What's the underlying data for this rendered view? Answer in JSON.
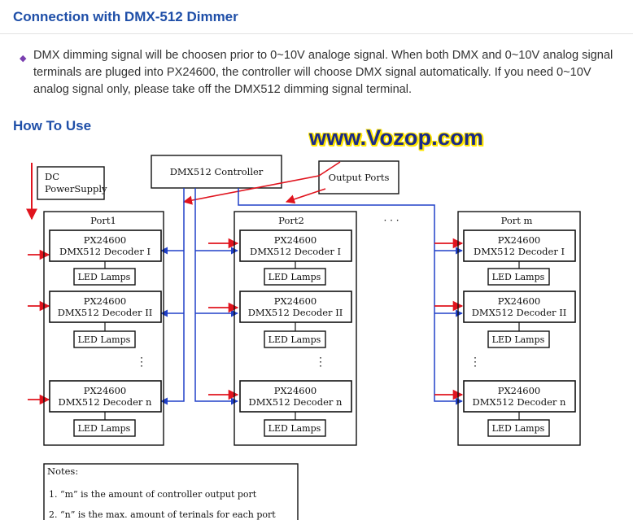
{
  "section_title": "Connection with DMX-512 Dimmer",
  "bullet_text": "DMX dimming signal will be choosen prior to 0~10V analoge signal. When both DMX and 0~10V analog signal terminals are pluged into PX24600, the controller will choose DMX signal automatically. If you need 0~10V analog signal only, please take off the DMX512 dimming signal terminal.",
  "howto_title": "How To Use",
  "watermark": "www.Vozop.com",
  "diagram": {
    "dc_label_1": "DC",
    "dc_label_2": "PowerSupply",
    "controller": "DMX512 Controller",
    "output_ports": "Output Ports",
    "ellipsis": "· · ·",
    "vdots": "⋮",
    "ports": [
      {
        "label": "Port1",
        "decoders": [
          {
            "model": "PX24600",
            "name": "DMX512 Decoder I",
            "lamps": "LED Lamps"
          },
          {
            "model": "PX24600",
            "name": "DMX512 Decoder II",
            "lamps": "LED Lamps"
          },
          {
            "model": "PX24600",
            "name": "DMX512 Decoder n",
            "lamps": "LED Lamps"
          }
        ]
      },
      {
        "label": "Port2",
        "decoders": [
          {
            "model": "PX24600",
            "name": "DMX512 Decoder I",
            "lamps": "LED Lamps"
          },
          {
            "model": "PX24600",
            "name": "DMX512 Decoder II",
            "lamps": "LED Lamps"
          },
          {
            "model": "PX24600",
            "name": "DMX512 Decoder n",
            "lamps": "LED Lamps"
          }
        ]
      },
      {
        "label": "Port m",
        "decoders": [
          {
            "model": "PX24600",
            "name": "DMX512 Decoder I",
            "lamps": "LED Lamps"
          },
          {
            "model": "PX24600",
            "name": "DMX512 Decoder II",
            "lamps": "LED Lamps"
          },
          {
            "model": "PX24600",
            "name": "DMX512 Decoder n",
            "lamps": "LED Lamps"
          }
        ]
      }
    ],
    "notes": {
      "title": "Notes:",
      "items": [
        "1. “m” is the amount of controller output port",
        "2. “n” is the max. amount of terinals for each port"
      ]
    }
  },
  "colors": {
    "heading": "#1f4fa8",
    "bullet": "#7a3fb0",
    "power_arrow": "#e0141e",
    "signal_line": "#2040c8",
    "watermark_fill": "#1a2a8a",
    "watermark_outline": "#ffe600"
  },
  "icons": {
    "bullet": "diamond-bullet-icon"
  }
}
